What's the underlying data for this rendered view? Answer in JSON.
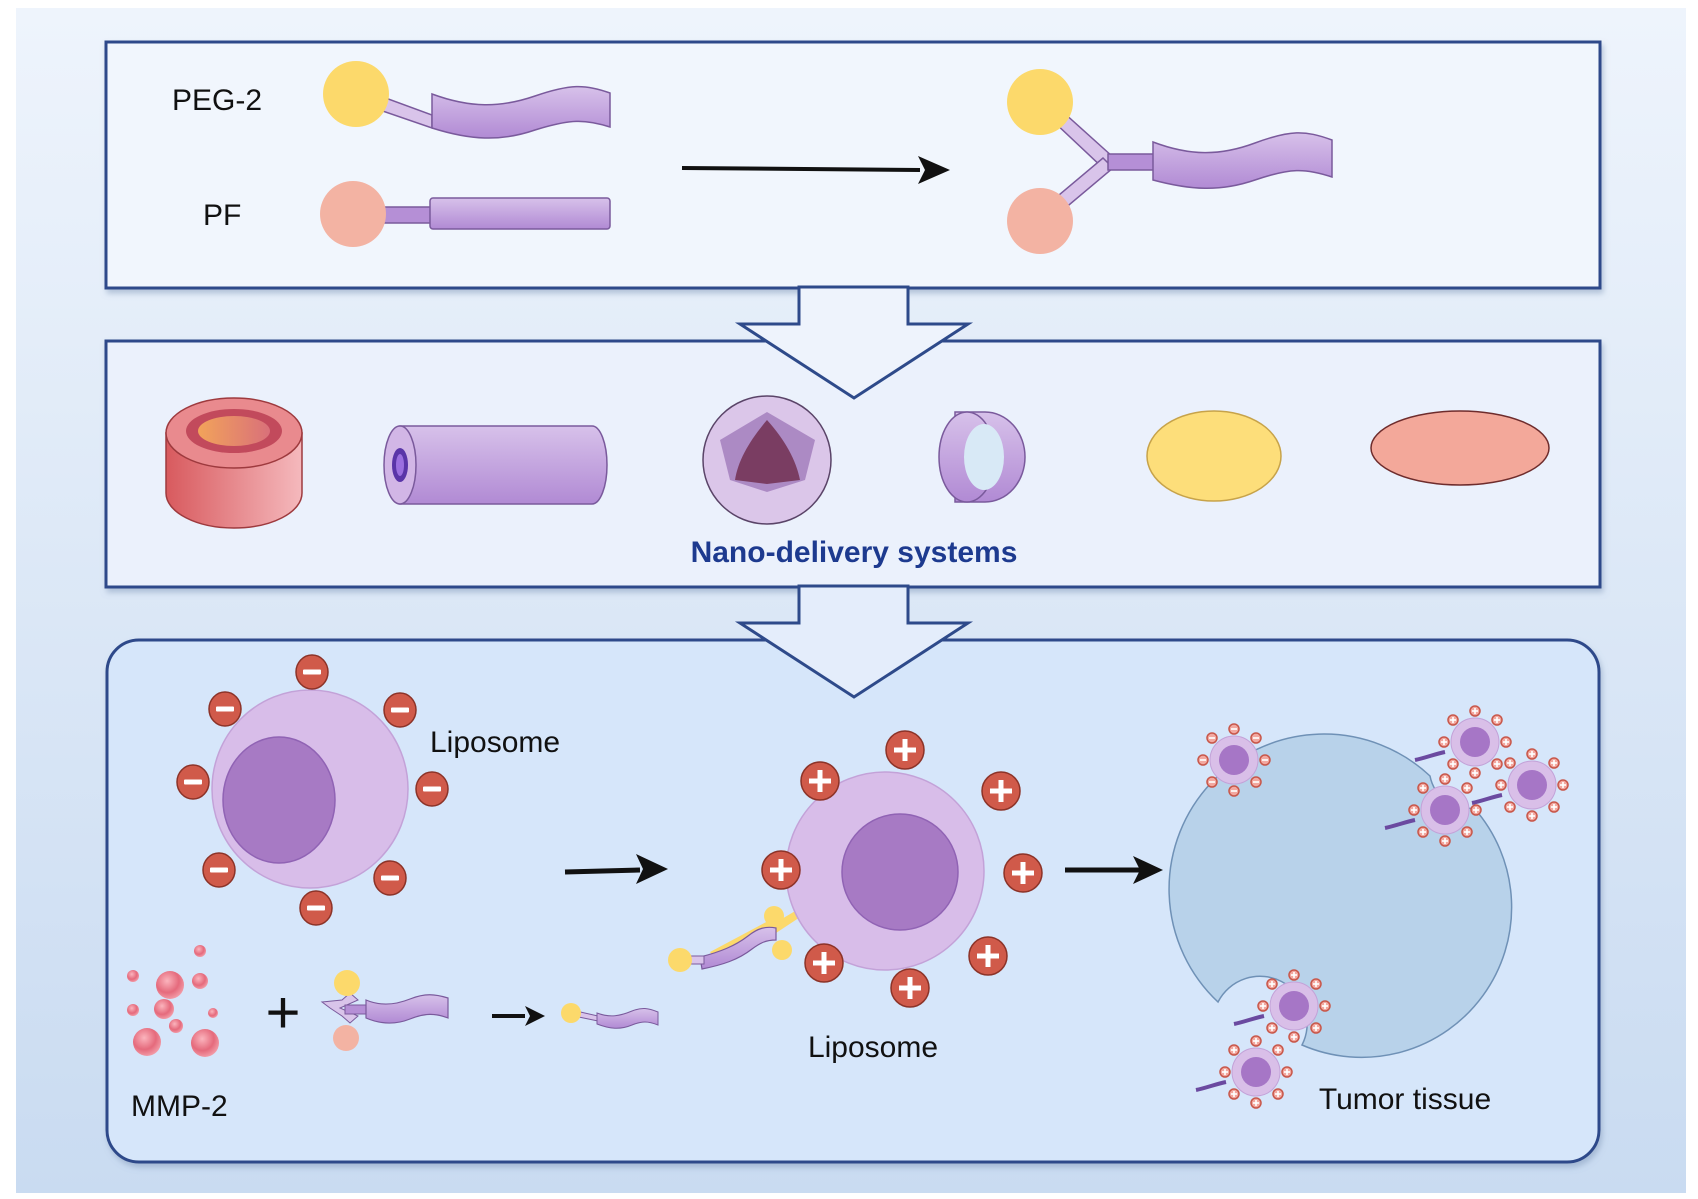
{
  "colors": {
    "background": "#d9e6f5",
    "panel_fill": "#eef3fc",
    "panel_border": "#2e4a8a",
    "bottom_panel_fill": "#d6e6fa",
    "peg_yellow": "#fcd96b",
    "pf_pink": "#f3b3a3",
    "polymer_purple": "#c3a0dc",
    "charge_red": "#d05a4a",
    "tumor_blue": "#b8d2ea",
    "title_blue": "#1d3a8f"
  },
  "panel1": {
    "label_peg2": "PEG-2",
    "label_pf": "PF"
  },
  "panel2": {
    "title": "Nano-delivery systems",
    "shapes": [
      "red-cylinder",
      "purple-tube",
      "core-shell-sphere",
      "purple-disc",
      "yellow-ellipse",
      "pink-ellipse"
    ]
  },
  "panel3": {
    "label_liposome_negative": "Liposome",
    "label_liposome_positive": "Liposome",
    "label_mmp2": "MMP-2",
    "label_tumor": "Tumor tissue",
    "plus_sign": "+",
    "negative_charge_symbol": "−",
    "positive_charge_symbol": "+"
  }
}
